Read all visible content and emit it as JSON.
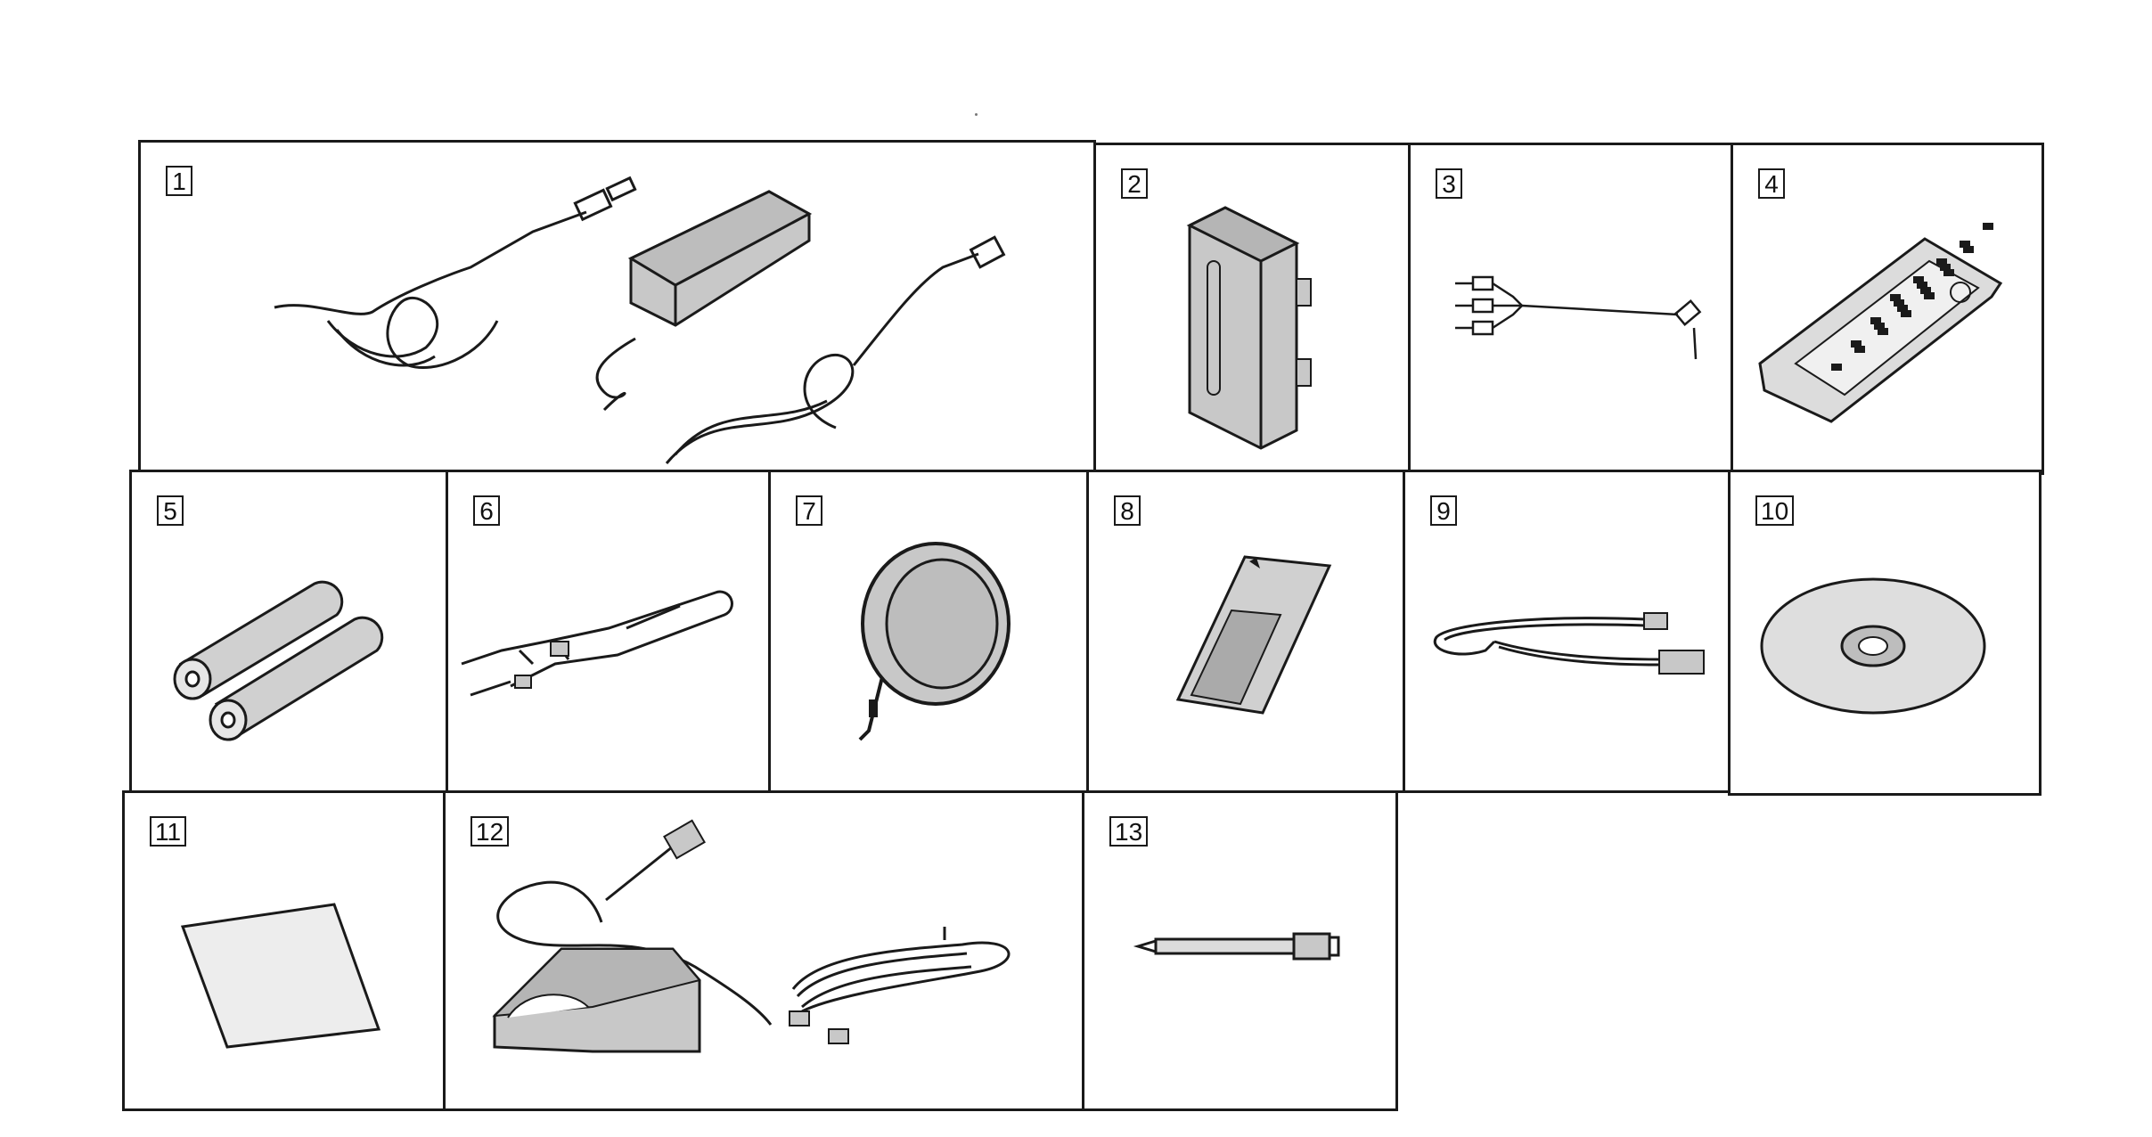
{
  "figure": {
    "items": [
      {
        "number": "1",
        "icon": "ac-adaptor-icon"
      },
      {
        "number": "2",
        "icon": "battery-pack-icon"
      },
      {
        "number": "3",
        "icon": "av-cable-icon"
      },
      {
        "number": "4",
        "icon": "remote-control-icon"
      },
      {
        "number": "5",
        "icon": "aa-batteries-icon"
      },
      {
        "number": "6",
        "icon": "shoulder-strap-icon"
      },
      {
        "number": "7",
        "icon": "lens-cap-icon"
      },
      {
        "number": "8",
        "icon": "memory-stick-icon"
      },
      {
        "number": "9",
        "icon": "usb-cable-icon"
      },
      {
        "number": "10",
        "icon": "cd-rom-icon"
      },
      {
        "number": "11",
        "icon": "cleaning-cloth-icon"
      },
      {
        "number": "12",
        "icon": "card-reader-icon"
      },
      {
        "number": "13",
        "icon": "stylus-pen-icon"
      }
    ]
  },
  "colors": {
    "line": "#1a1a1a",
    "shade": "#c8c8c8",
    "speckle": "#9a9a9a"
  }
}
